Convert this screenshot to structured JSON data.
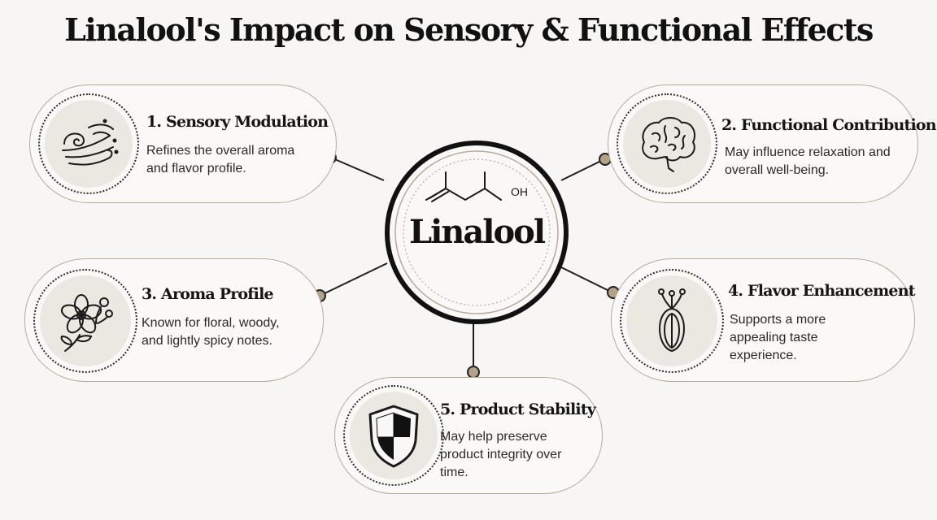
{
  "title": "Linalool's Impact on Sensory & Functional Effects",
  "center": {
    "label": "Linalool",
    "molecule_label": "OH"
  },
  "cards": [
    {
      "title": "1. Sensory Modulation",
      "description": "Refines the overall aroma and flavor profile.",
      "icon": "swirl-wind-icon"
    },
    {
      "title": "2. Functional Contribution",
      "description": "May influence relaxation and overall well-being.",
      "icon": "brain-icon"
    },
    {
      "title": "3. Aroma Profile",
      "description": "Known for floral, woody, and lightly spicy notes.",
      "icon": "flower-icon"
    },
    {
      "title": "4. Flavor Enhancement",
      "description": "Supports a more appealing taste experience.",
      "icon": "flower-bud-icon"
    },
    {
      "title": "5. Product Stability",
      "description": "May help preserve product integrity over time.",
      "icon": "shield-icon"
    }
  ],
  "colors": {
    "card_border": "#b7aa98",
    "icon_disc": "#ebe7e1",
    "connector_dot": "#b3a286",
    "text": "#1c1c1c"
  }
}
